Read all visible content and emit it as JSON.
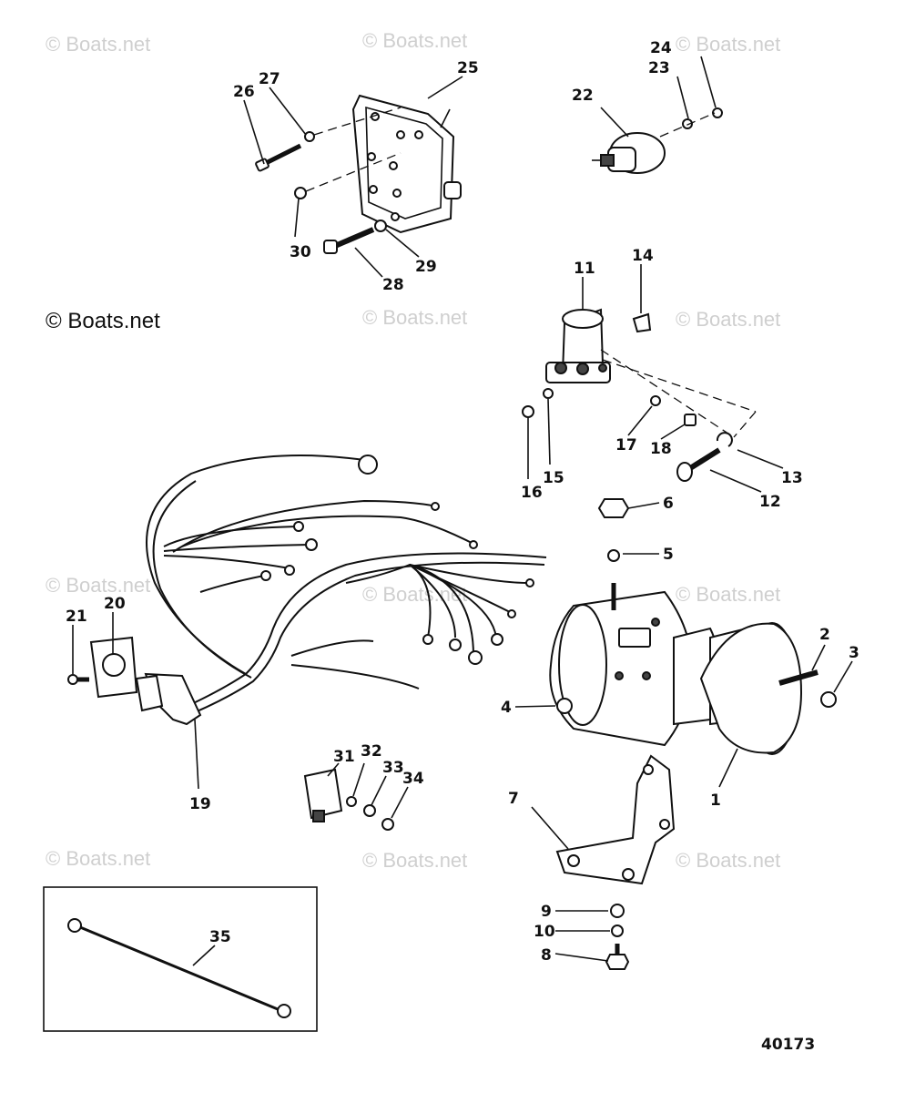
{
  "watermark": "© Boats.net",
  "figure_id": "40173",
  "labels": {
    "p1": "1",
    "p2": "2",
    "p3": "3",
    "p4": "4",
    "p5": "5",
    "p6": "6",
    "p7": "7",
    "p8": "8",
    "p9": "9",
    "p10": "10",
    "p11": "11",
    "p12": "12",
    "p13": "13",
    "p14": "14",
    "p15": "15",
    "p16": "16",
    "p17": "17",
    "p18": "18",
    "p19": "19",
    "p20": "20",
    "p21": "21",
    "p22": "22",
    "p23": "23",
    "p24": "24",
    "p25": "25",
    "p26": "26",
    "p27": "27",
    "p28": "28",
    "p29": "29",
    "p30": "30",
    "p31": "31",
    "p32": "32",
    "p33": "33",
    "p34": "34",
    "p35": "35"
  }
}
